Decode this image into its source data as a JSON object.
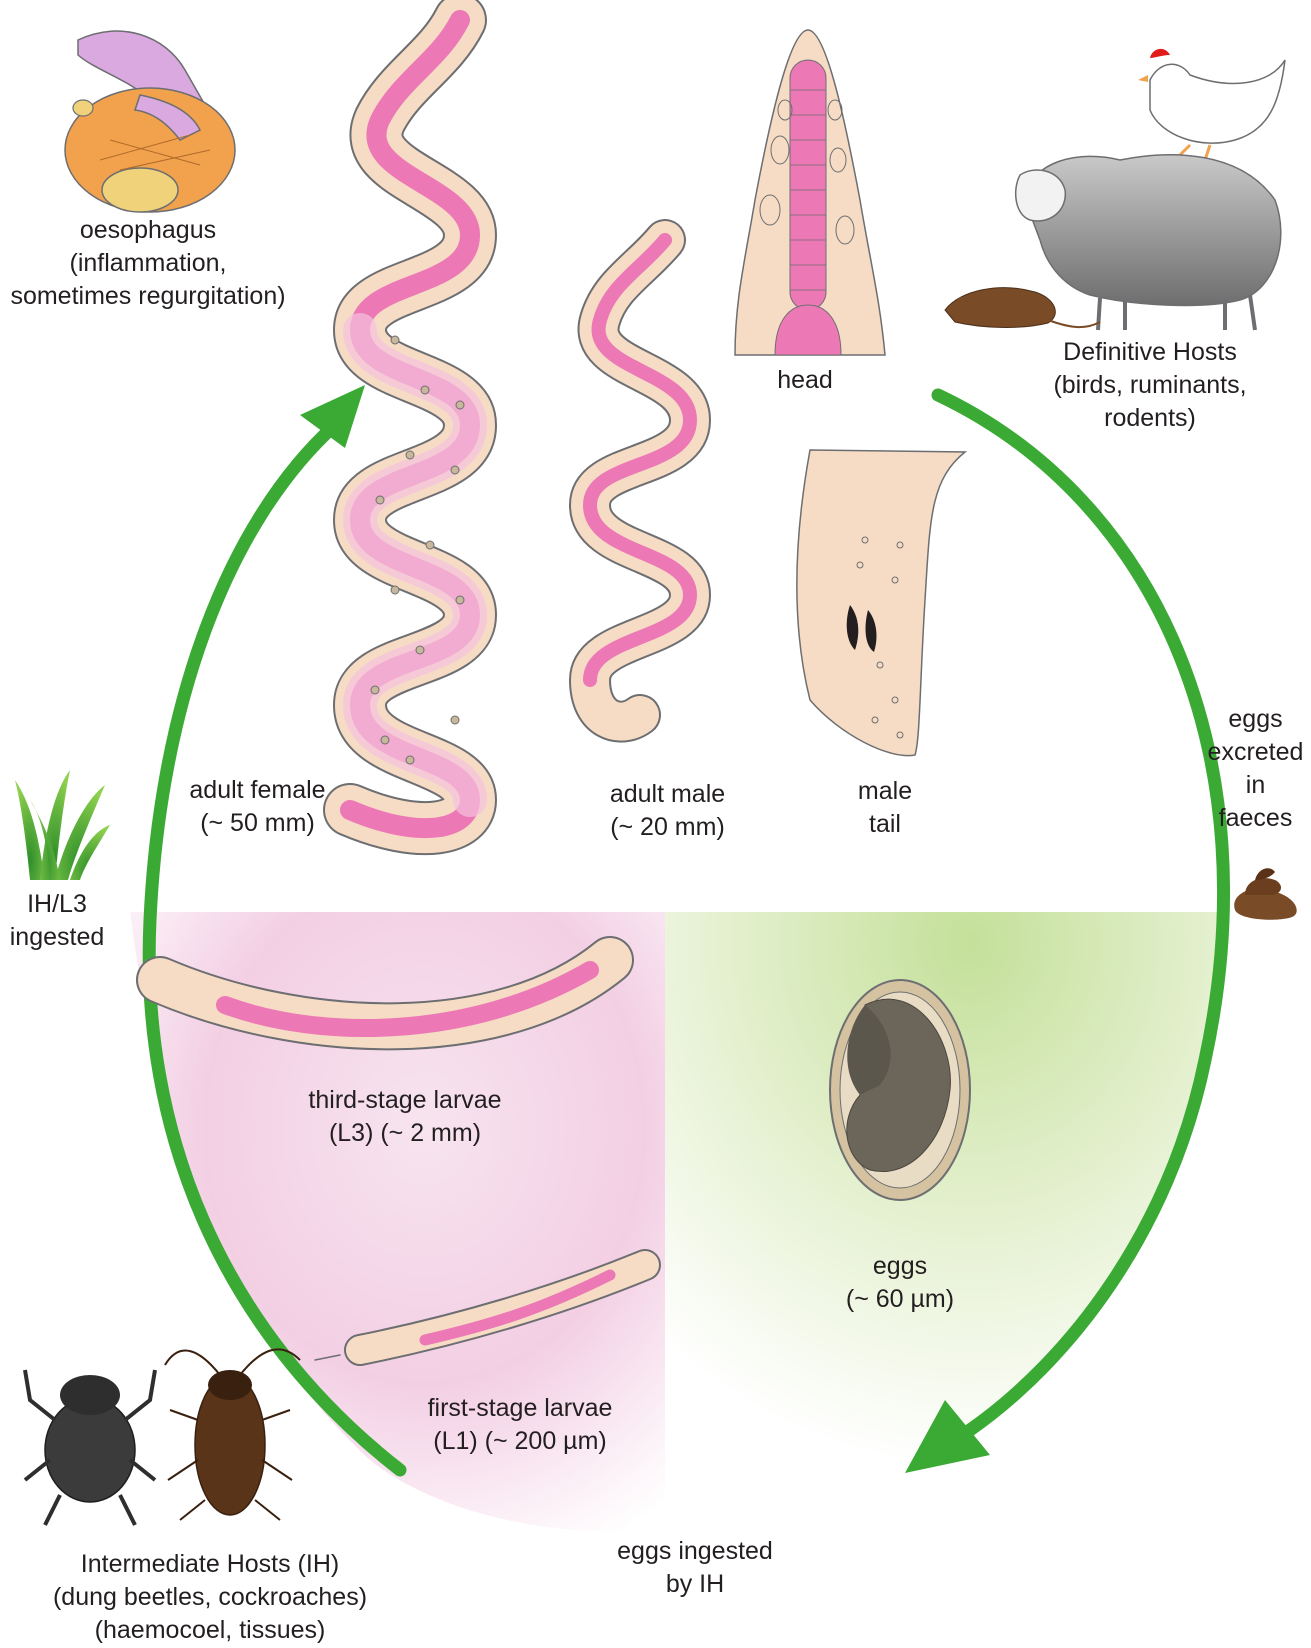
{
  "labels": {
    "oesophagus": [
      "oesophagus",
      "(inflammation,",
      "sometimes regurgitation)"
    ],
    "definitive_hosts": [
      "Definitive Hosts",
      "(birds, ruminants,",
      "rodents)"
    ],
    "head": "head",
    "male_tail": [
      "male",
      "tail"
    ],
    "adult_female": [
      "adult female",
      "(~ 50 mm)"
    ],
    "adult_male": [
      "adult male",
      "(~ 20 mm)"
    ],
    "eggs_excreted": [
      "eggs",
      "excreted",
      "in",
      "faeces"
    ],
    "ih_l3": [
      "IH/L3",
      "ingested"
    ],
    "third_stage": [
      "third-stage larvae",
      "(L3) (~ 2 mm)"
    ],
    "eggs": [
      "eggs",
      "(~ 60 µm)"
    ],
    "first_stage": [
      "first-stage larvae",
      "(L1) (~ 200 µm)"
    ],
    "intermediate_hosts": [
      "Intermediate Hosts (IH)",
      "(dung beetles, cockroaches)",
      "(haemocoel, tissues)"
    ],
    "eggs_ingested": [
      "eggs ingested",
      "by IH"
    ]
  },
  "colors": {
    "arrow": "#3aaa35",
    "worm_body": "#f6dcc5",
    "worm_gut": "#ec78b5",
    "worm_outline": "#6d6e71",
    "pink_bg": "#f1c6e0",
    "green_bg": "#cfe6a6"
  }
}
